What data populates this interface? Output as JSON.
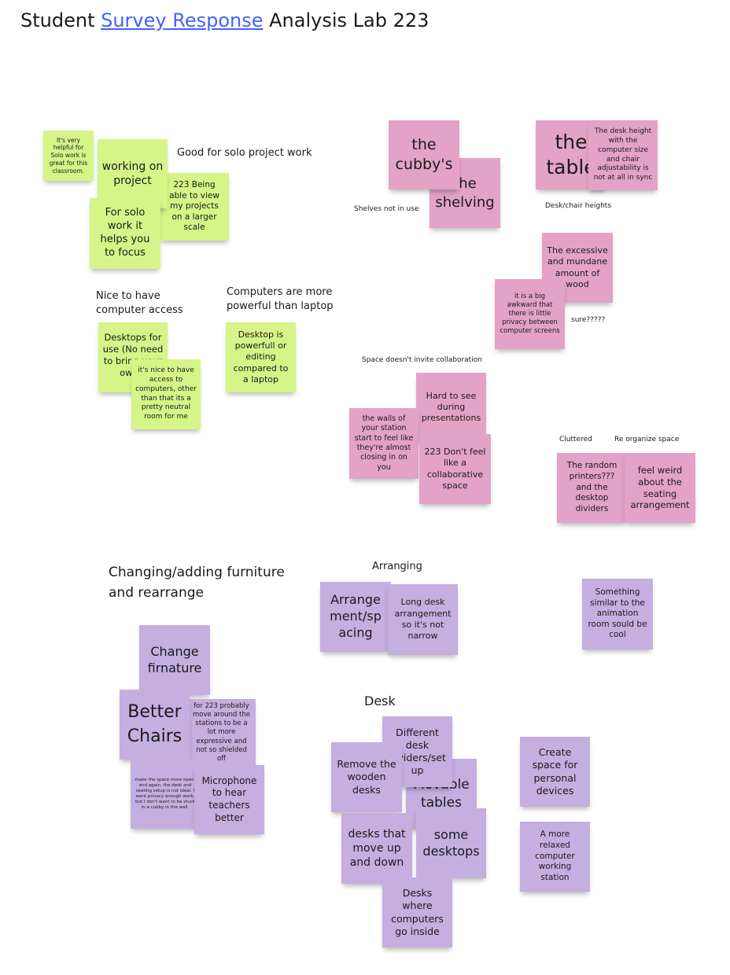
{
  "title": {
    "prefix": "Student ",
    "link": "Survey Response",
    "suffix": " Analysis Lab 223"
  },
  "colors": {
    "green_note": "#d6f487",
    "pink_note": "#e3a3c6",
    "purple_note": "#c5aee0",
    "link": "#4262ff"
  },
  "labels": {
    "solo_work": "Good for solo project work",
    "computer_access": "Nice to have computer access",
    "computers_powerful": "Computers are more powerful than laptop",
    "shelves": "Shelves not in use",
    "desk_heights": "Desk/chair heights",
    "sure": "sure?????",
    "collaboration": "Space doesn't invite collaboration",
    "cluttered": "Cluttered",
    "reorganize": "Re organize space",
    "furniture": "Changing/adding furniture and rearrange",
    "arranging": "Arranging",
    "desk": "Desk"
  },
  "notes": {
    "helpful_solo": "It's very helpful for Solo work is great for this classroom.",
    "being_able": "223 Being able to view my projects on a larger scale",
    "working_project": "working on project",
    "for_solo": "For solo work it helps you to focus",
    "desktops_for_use": "Desktops for use (No need to bring your own c",
    "nice_access": "it's nice to have access to computers, other than that its a pretty neutral room for me",
    "desktop_powerful": "Desktop is powerfull or editing compared to a laptop",
    "cubbys": "the cubby's",
    "shelving": "the shelving",
    "table": "the table",
    "desk_height": "The desk height with the computer size and chair adjustability is not at all in sync",
    "excessive_wood": "The excessive and mundane amount of wood",
    "awkward_privacy": "it is a big awkward that there is little privacy between computer screens",
    "hard_to_see": "Hard to see during presentations",
    "walls_closing": "the walls of your station start to feel like they're almost closing in on you",
    "not_collaborative": "223 Don't feel like a collaborative space",
    "random_printers": "The random printers??? and the desktop dividers",
    "feel_weird": "feel weird about the seating arrangement",
    "change_furniture": "Change firnature",
    "better_chairs": "Better Chairs",
    "move_stations": "for 223 probably move around the stations to be a lot more expressive and not so shielded off",
    "make_space_open": "make the space more open, and again, the desk and seating setup is not ideal. I want privacy enough work, but I don't want to be stuck in a cubby in the wall.",
    "microphone": "Microphone to hear teachers better",
    "arrangement_spacing": "Arrange ment/sp acing",
    "long_desk": "Long desk arrangement so it's not narrow",
    "animation_room": "Something similar to the animation room sould be cool",
    "different_desk": "Different desk dividers/set up",
    "remove_wooden": "Remove the wooden desks",
    "movable_tables": "Movable tables",
    "desks_move": "desks that move up and down",
    "some_desktops": "some desktops",
    "desks_inside": "Desks where computers go inside",
    "personal_devices": "Create space for personal devices",
    "relaxed_station": "A more relaxed computer working station"
  }
}
